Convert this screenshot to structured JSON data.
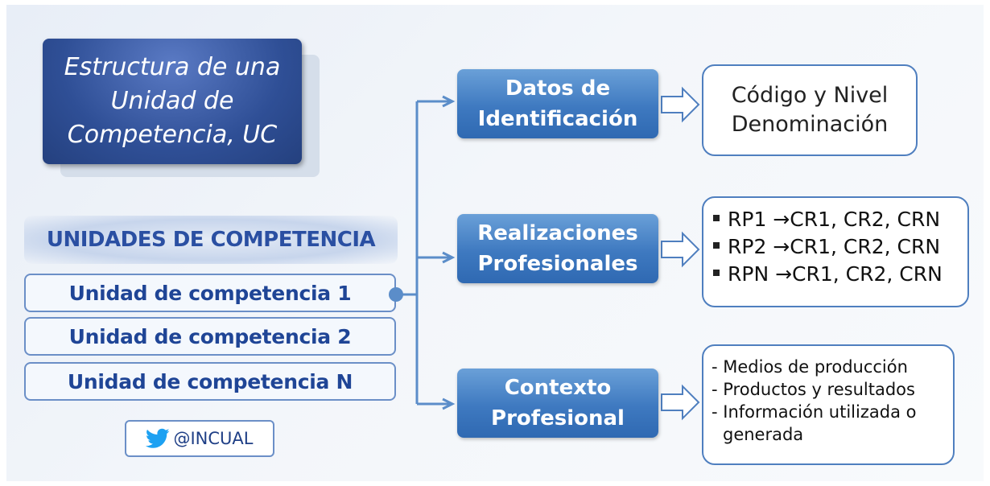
{
  "title": {
    "line1": "Estructura de una",
    "line2": "Unidad de",
    "line3": "Competencia, UC"
  },
  "units": {
    "header": "UNIDADES DE COMPETENCIA",
    "items": [
      "Unidad de competencia 1",
      "Unidad de competencia 2",
      "Unidad de competencia N"
    ]
  },
  "twitter": {
    "icon": "twitter-bird-icon",
    "handle": "@INCUAL"
  },
  "categories": [
    {
      "line1": "Datos de",
      "line2": "Identificación"
    },
    {
      "line1": "Realizaciones",
      "line2": "Profesionales"
    },
    {
      "line1": "Contexto",
      "line2": "Profesional"
    }
  ],
  "results": {
    "identification": [
      "Código y Nivel",
      "Denominación"
    ],
    "realizations": [
      "RP1  →CR1, CR2, CRN",
      "RP2  →CR1, CR2, CRN",
      "RPN →CR1, CR2, CRN"
    ],
    "context": [
      "- Medios de producción",
      "- Productos y resultados",
      "- Información utilizada o",
      "generada"
    ]
  },
  "colors": {
    "title_box": "#2f4f96",
    "category_box": "#3e79c0",
    "unit_text": "#1f4596",
    "connector": "#5b8dc9",
    "result_border": "#4f7fbf",
    "twitter_blue": "#1da1f2"
  }
}
